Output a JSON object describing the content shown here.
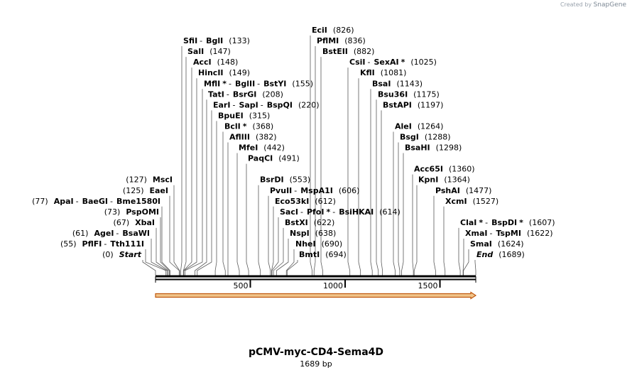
{
  "credit": {
    "text": "Created by",
    "brand": "SnapGene"
  },
  "title": "pCMV-myc-CD4-Sema4D",
  "subtitle": "1689 bp",
  "sequence_length": 1689,
  "ruler": [
    {
      "label": "500",
      "pos": 500
    },
    {
      "label": "1000",
      "pos": 1000
    },
    {
      "label": "1500",
      "pos": 1500
    }
  ],
  "left_labels": [
    {
      "pos_text": "(127)",
      "parts": [
        {
          "name": "MscI"
        }
      ],
      "cuts": [
        127
      ]
    },
    {
      "pos_text": "(125)",
      "parts": [
        {
          "name": "EaeI"
        }
      ],
      "cuts": [
        125
      ]
    },
    {
      "pos_text": "(77)",
      "parts": [
        {
          "name": "ApaI"
        },
        {
          "name": "BaeGI"
        },
        {
          "name": "Bme1580I"
        }
      ],
      "cuts": [
        77
      ]
    },
    {
      "pos_text": "(73)",
      "parts": [
        {
          "name": "PspOMI"
        }
      ],
      "cuts": [
        73
      ]
    },
    {
      "pos_text": "(67)",
      "parts": [
        {
          "name": "XbaI"
        }
      ],
      "cuts": [
        67
      ]
    },
    {
      "pos_text": "(61)",
      "parts": [
        {
          "name": "AgeI"
        },
        {
          "name": "BsaWI"
        }
      ],
      "cuts": [
        61
      ]
    },
    {
      "pos_text": "(55)",
      "parts": [
        {
          "name": "PflFI"
        },
        {
          "name": "Tth111I"
        }
      ],
      "cuts": [
        55
      ]
    },
    {
      "pos_text": "(0)",
      "parts": [
        {
          "name": "Start",
          "italic": true
        }
      ],
      "cuts": [
        0
      ]
    }
  ],
  "right_labels": [
    {
      "parts": [
        {
          "name": "SfiI"
        },
        {
          "name": "BglI"
        }
      ],
      "pos_text": "(133)",
      "cuts": [
        133
      ]
    },
    {
      "parts": [
        {
          "name": "SalI"
        }
      ],
      "pos_text": "(147)",
      "cuts": [
        147
      ]
    },
    {
      "parts": [
        {
          "name": "AccI"
        }
      ],
      "pos_text": "(148)",
      "cuts": [
        148
      ]
    },
    {
      "parts": [
        {
          "name": "HincII"
        }
      ],
      "pos_text": "(149)",
      "cuts": [
        149
      ]
    },
    {
      "parts": [
        {
          "name": "MflI",
          "star": true
        },
        {
          "name": "BglII"
        },
        {
          "name": "BstYI"
        }
      ],
      "pos_text": "(155)",
      "cuts": [
        155
      ]
    },
    {
      "parts": [
        {
          "name": "TatI"
        },
        {
          "name": "BsrGI"
        }
      ],
      "pos_text": "(208)",
      "cuts": [
        208
      ]
    },
    {
      "parts": [
        {
          "name": "EarI"
        },
        {
          "name": "SapI"
        },
        {
          "name": "BspQI"
        }
      ],
      "pos_text": "(220)",
      "cuts": [
        220
      ]
    },
    {
      "parts": [
        {
          "name": "BpuEI"
        }
      ],
      "pos_text": "(315)",
      "cuts": [
        315
      ]
    },
    {
      "parts": [
        {
          "name": "BclI",
          "star": true
        }
      ],
      "pos_text": "(368)",
      "cuts": [
        368
      ]
    },
    {
      "parts": [
        {
          "name": "AflIII"
        }
      ],
      "pos_text": "(382)",
      "cuts": [
        382
      ]
    },
    {
      "parts": [
        {
          "name": "MfeI"
        }
      ],
      "pos_text": "(442)",
      "cuts": [
        442
      ]
    },
    {
      "parts": [
        {
          "name": "PaqCI"
        }
      ],
      "pos_text": "(491)",
      "cuts": [
        491
      ]
    },
    {
      "parts": [
        {
          "name": "BsrDI"
        }
      ],
      "pos_text": "(553)",
      "cuts": [
        553
      ]
    },
    {
      "parts": [
        {
          "name": "PvuII"
        },
        {
          "name": "MspA1I"
        }
      ],
      "pos_text": "(606)",
      "cuts": [
        606
      ]
    },
    {
      "parts": [
        {
          "name": "Eco53kI"
        }
      ],
      "pos_text": "(612)",
      "cuts": [
        612
      ]
    },
    {
      "parts": [
        {
          "name": "SacI"
        },
        {
          "name": "PfoI",
          "star": true
        },
        {
          "name": "BsiHKAI"
        }
      ],
      "pos_text": "(614)",
      "cuts": [
        614
      ]
    },
    {
      "parts": [
        {
          "name": "BstXI"
        }
      ],
      "pos_text": "(622)",
      "cuts": [
        622
      ]
    },
    {
      "parts": [
        {
          "name": "NspI"
        }
      ],
      "pos_text": "(638)",
      "cuts": [
        638
      ]
    },
    {
      "parts": [
        {
          "name": "NheI"
        }
      ],
      "pos_text": "(690)",
      "cuts": [
        690
      ]
    },
    {
      "parts": [
        {
          "name": "BmtI"
        }
      ],
      "pos_text": "(694)",
      "cuts": [
        694
      ]
    },
    {
      "parts": [
        {
          "name": "EciI"
        }
      ],
      "pos_text": "(826)",
      "cuts": [
        826
      ]
    },
    {
      "parts": [
        {
          "name": "PflMI"
        }
      ],
      "pos_text": "(836)",
      "cuts": [
        836
      ]
    },
    {
      "parts": [
        {
          "name": "BstEII"
        }
      ],
      "pos_text": "(882)",
      "cuts": [
        882
      ]
    },
    {
      "parts": [
        {
          "name": "CsiI"
        },
        {
          "name": "SexAI",
          "star": true
        }
      ],
      "pos_text": "(1025)",
      "cuts": [
        1025
      ]
    },
    {
      "parts": [
        {
          "name": "KflI"
        }
      ],
      "pos_text": "(1081)",
      "cuts": [
        1081
      ]
    },
    {
      "parts": [
        {
          "name": "BsaI"
        }
      ],
      "pos_text": "(1143)",
      "cuts": [
        1143
      ]
    },
    {
      "parts": [
        {
          "name": "Bsu36I"
        }
      ],
      "pos_text": "(1175)",
      "cuts": [
        1175
      ]
    },
    {
      "parts": [
        {
          "name": "BstAPI"
        }
      ],
      "pos_text": "(1197)",
      "cuts": [
        1197
      ]
    },
    {
      "parts": [
        {
          "name": "AleI"
        }
      ],
      "pos_text": "(1264)",
      "cuts": [
        1264
      ]
    },
    {
      "parts": [
        {
          "name": "BsgI"
        }
      ],
      "pos_text": "(1288)",
      "cuts": [
        1288
      ]
    },
    {
      "parts": [
        {
          "name": "BsaHI"
        }
      ],
      "pos_text": "(1298)",
      "cuts": [
        1298
      ]
    },
    {
      "parts": [
        {
          "name": "Acc65I"
        }
      ],
      "pos_text": "(1360)",
      "cuts": [
        1360
      ]
    },
    {
      "parts": [
        {
          "name": "KpnI"
        }
      ],
      "pos_text": "(1364)",
      "cuts": [
        1364
      ]
    },
    {
      "parts": [
        {
          "name": "PshAI"
        }
      ],
      "pos_text": "(1477)",
      "cuts": [
        1477
      ]
    },
    {
      "parts": [
        {
          "name": "XcmI"
        }
      ],
      "pos_text": "(1527)",
      "cuts": [
        1527
      ]
    },
    {
      "parts": [
        {
          "name": "ClaI",
          "star": true
        },
        {
          "name": "BspDI",
          "star": true
        }
      ],
      "pos_text": "(1607)",
      "cuts": [
        1607
      ]
    },
    {
      "parts": [
        {
          "name": "XmaI"
        },
        {
          "name": "TspMI"
        }
      ],
      "pos_text": "(1622)",
      "cuts": [
        1622
      ]
    },
    {
      "parts": [
        {
          "name": "SmaI"
        }
      ],
      "pos_text": "(1624)",
      "cuts": [
        1624
      ]
    },
    {
      "parts": [
        {
          "name": "End",
          "italic": true
        }
      ],
      "pos_text": "(1689)",
      "cuts": [
        1689
      ]
    }
  ],
  "colors": {
    "backbone": "#000000",
    "feature_fill": "#f0c48a",
    "feature_stroke": "#c0590f",
    "credit": "#9aa3ad"
  }
}
